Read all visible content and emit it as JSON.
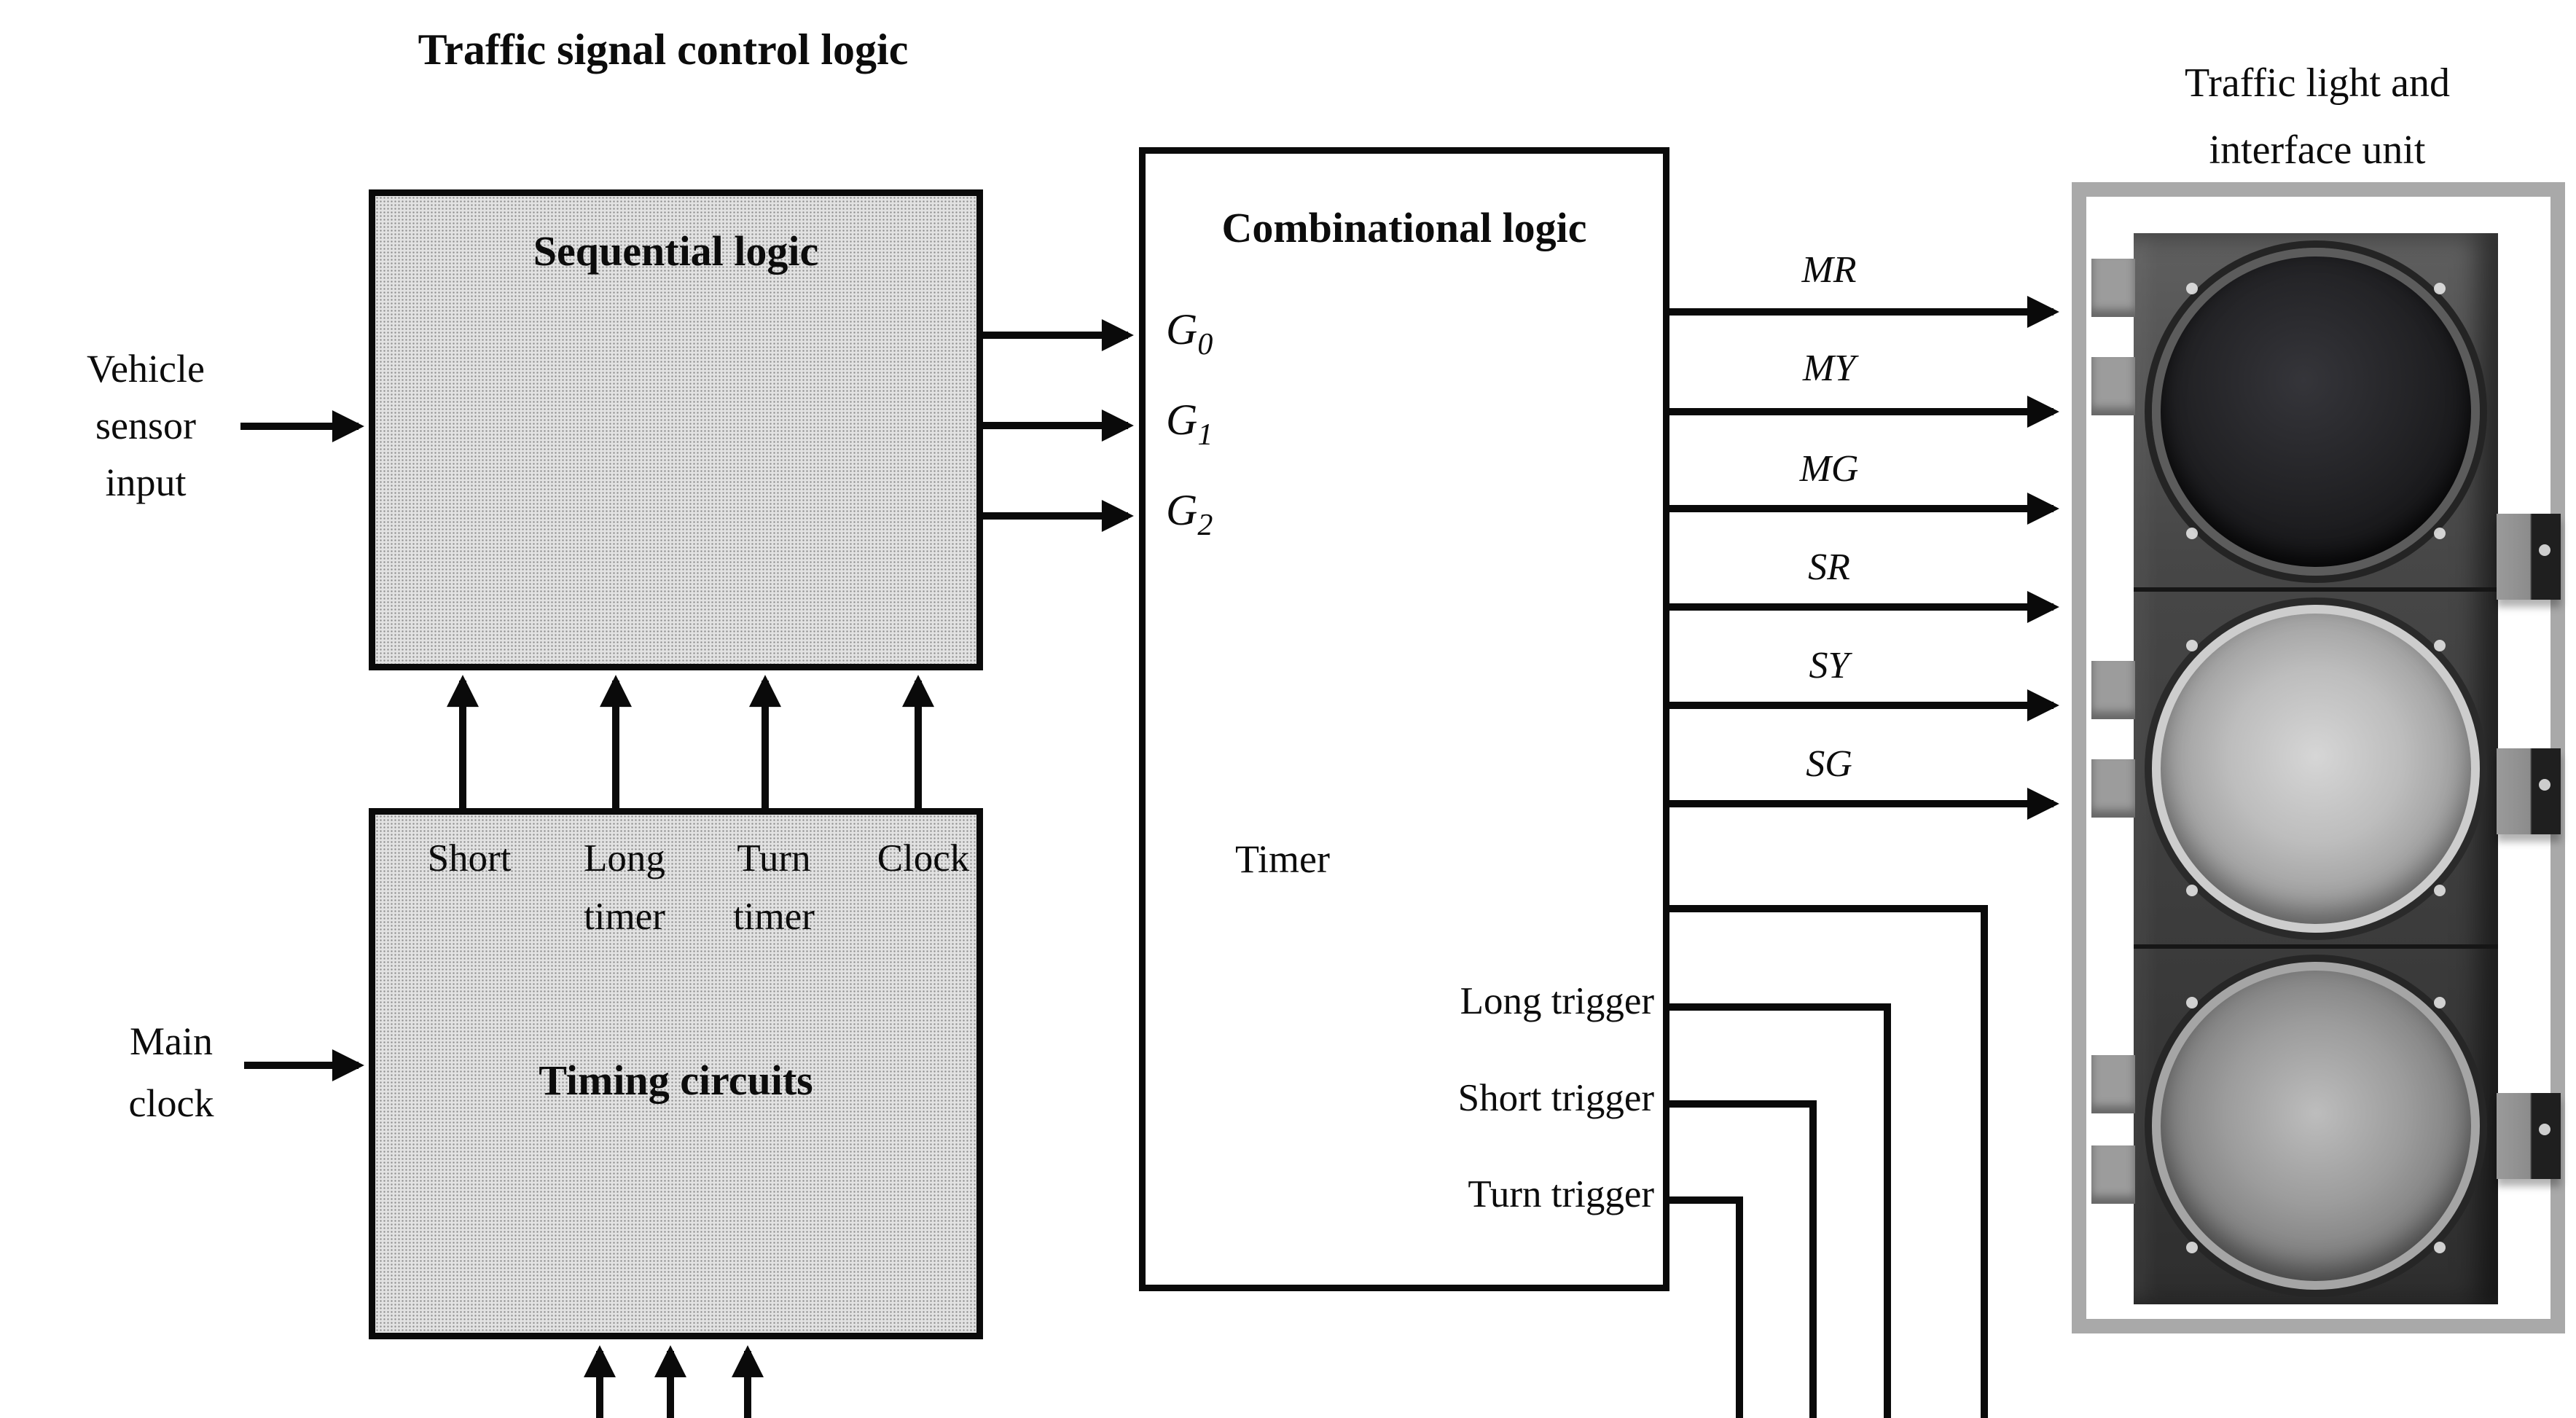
{
  "titles": {
    "left": "Traffic signal control logic",
    "right_line1": "Traffic light and",
    "right_line2": "interface unit"
  },
  "sequential_box": {
    "title": "Sequential logic"
  },
  "timing_box": {
    "title": "Timing circuits",
    "ports": [
      {
        "line1": "Short",
        "line2": ""
      },
      {
        "line1": "Long",
        "line2": "timer"
      },
      {
        "line1": "Turn",
        "line2": "timer"
      },
      {
        "line1": "Clock",
        "line2": ""
      }
    ]
  },
  "combinational_box": {
    "title": "Combinational logic",
    "timer_label": "Timer",
    "inputs": [
      {
        "name": "G",
        "sub": "0"
      },
      {
        "name": "G",
        "sub": "1"
      },
      {
        "name": "G",
        "sub": "2"
      }
    ],
    "triggers": [
      {
        "label": "Long trigger"
      },
      {
        "label": "Short trigger"
      },
      {
        "label": "Turn trigger"
      }
    ]
  },
  "external_inputs": {
    "vehicle_sensor": {
      "line1": "Vehicle",
      "line2": "sensor",
      "line3": "input"
    },
    "main_clock": {
      "line1": "Main",
      "line2": "clock"
    }
  },
  "outputs": [
    {
      "label": "MR"
    },
    {
      "label": "MY"
    },
    {
      "label": "MG"
    },
    {
      "label": "SR"
    },
    {
      "label": "SY"
    },
    {
      "label": "SG"
    }
  ],
  "traffic_light": {
    "lights": [
      {
        "name": "red light",
        "state": "dark"
      },
      {
        "name": "yellow light",
        "state": "light gray lens"
      },
      {
        "name": "green light",
        "state": "medium gray lens"
      }
    ]
  },
  "colors": {
    "line": "#0a0a0a",
    "box_fill": "#e2e2e2",
    "frame_gray": "#a9a9a9",
    "housing_dark": "#3d3d3d",
    "lens_red_off": "#1b1b1d",
    "lens_yellow_off": "#b5b5b5",
    "lens_green_off": "#8a8a8a"
  }
}
